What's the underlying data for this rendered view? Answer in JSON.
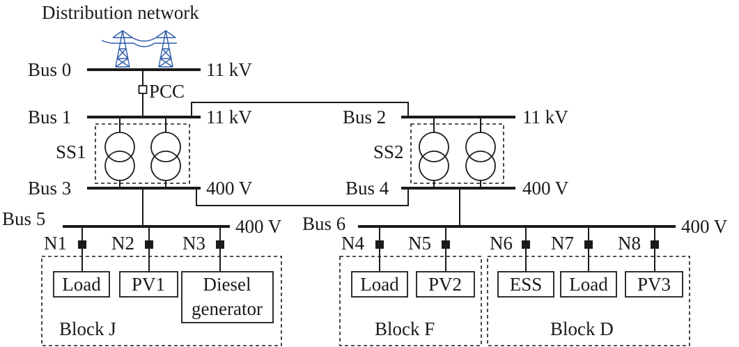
{
  "title": "Distribution network",
  "buses": {
    "bus0": {
      "name": "Bus 0",
      "voltage": "11 kV"
    },
    "bus1": {
      "name": "Bus 1",
      "voltage": "11 kV"
    },
    "bus2": {
      "name": "Bus 2",
      "voltage": "11 kV"
    },
    "bus3": {
      "name": "Bus 3",
      "voltage": "400 V"
    },
    "bus4": {
      "name": "Bus 4",
      "voltage": "400 V"
    },
    "bus5": {
      "name": "Bus 5",
      "voltage": "400 V"
    },
    "bus6": {
      "name": "Bus 6",
      "voltage": "400 V"
    }
  },
  "pcc": "PCC",
  "substations": [
    "SS1",
    "SS2"
  ],
  "nodes": [
    "N1",
    "N2",
    "N3",
    "N4",
    "N5",
    "N6",
    "N7",
    "N8"
  ],
  "devices": {
    "n1": "Load",
    "n2": "PV1",
    "n3_line1": "Diesel",
    "n3_line2": "generator",
    "n4": "Load",
    "n5": "PV2",
    "n6": "ESS",
    "n7": "Load",
    "n8": "PV3"
  },
  "blocks": [
    "Block J",
    "Block F",
    "Block D"
  ],
  "colors": {
    "lines": "#1a1a1a",
    "tower": "#2c5aa8"
  }
}
